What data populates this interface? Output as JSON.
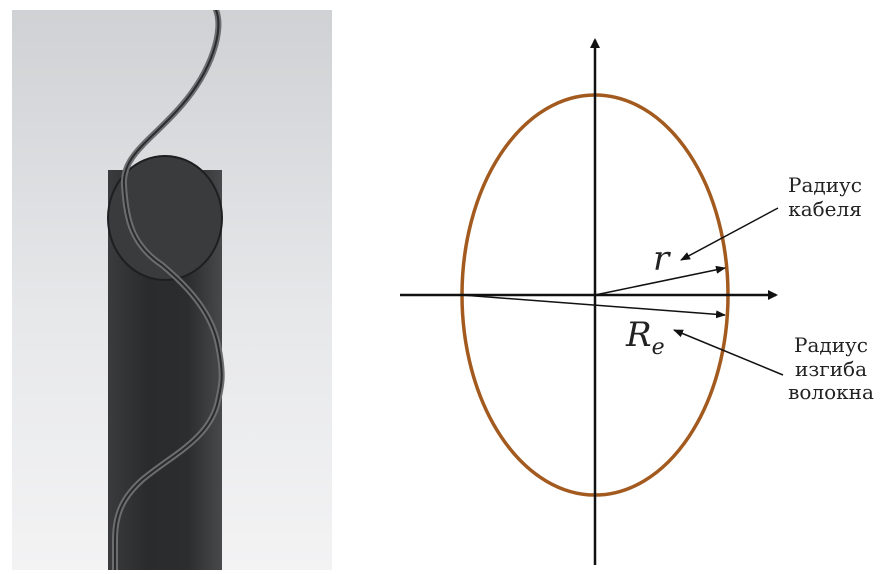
{
  "labels": {
    "cable_radius_line1": "Радиус",
    "cable_radius_line2": "кабеля",
    "bend_radius_line1": "Радиус",
    "bend_radius_line2": "изгиба",
    "bend_radius_line3": "волокна",
    "r_symbol": "r",
    "re_symbol": "R",
    "re_subscript": "e"
  },
  "colors": {
    "ellipse": "#a35a1f",
    "axes": "#111111",
    "cylinder": "#2f3032",
    "fiber": "#5a5b5d"
  }
}
